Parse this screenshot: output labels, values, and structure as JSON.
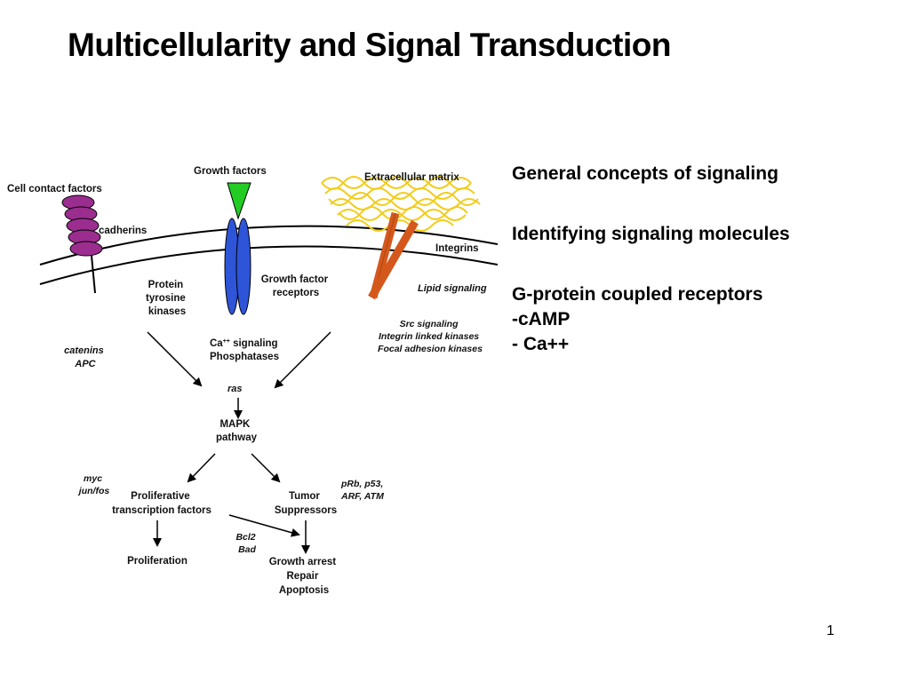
{
  "slide": {
    "title": "Multicellularity and Signal Transduction",
    "page_number": "1"
  },
  "bullets": {
    "item1": "General concepts of signaling",
    "item2": "Identifying signaling molecules",
    "item3": "G-protein coupled receptors",
    "item4": "-cAMP",
    "item5_dash": "- ",
    "item5_text": "Ca++"
  },
  "diagram": {
    "cell_contact_factors": "Cell contact factors",
    "cadherins": "cadherins",
    "growth_factors": "Growth factors",
    "extracellular_matrix": "Extracellular matrix",
    "integrins": "Integrins",
    "lipid_signaling": "Lipid signaling",
    "protein_tyrosine_kinases": [
      "Protein",
      "tyrosine",
      "kinases"
    ],
    "growth_factor_receptors": [
      "Growth factor",
      "receptors"
    ],
    "src_signaling": [
      "Src signaling",
      "Integrin linked kinases",
      "Focal adhesion kinases"
    ],
    "catenins_apc": [
      "catenins",
      "APC"
    ],
    "ca_signaling_base": "Ca",
    "ca_signaling_sup": "++",
    "ca_signaling_rest": " signaling",
    "phosphatases": "Phosphatases",
    "ras": "ras",
    "mapk_pathway": [
      "MAPK",
      "pathway"
    ],
    "myc_junfos": [
      "myc",
      "jun/fos"
    ],
    "proliferative_tf": [
      "Proliferative",
      "transcription factors"
    ],
    "tumor_suppressors": [
      "Tumor",
      "Suppressors"
    ],
    "prb_p53": [
      "pRb, p53,",
      "ARF, ATM"
    ],
    "bcl2_bad": [
      "Bcl2",
      "Bad"
    ],
    "proliferation": "Proliferation",
    "growth_arrest": [
      "Growth arrest",
      "Repair",
      "Apoptosis"
    ]
  },
  "colors": {
    "cadherin_purple": "#9b2d8f",
    "growth_factor_green": "#22cc22",
    "receptor_blue": "#2e55d8",
    "integrin_orange": "#d4581c",
    "matrix_yellow": "#f2cc1a"
  }
}
